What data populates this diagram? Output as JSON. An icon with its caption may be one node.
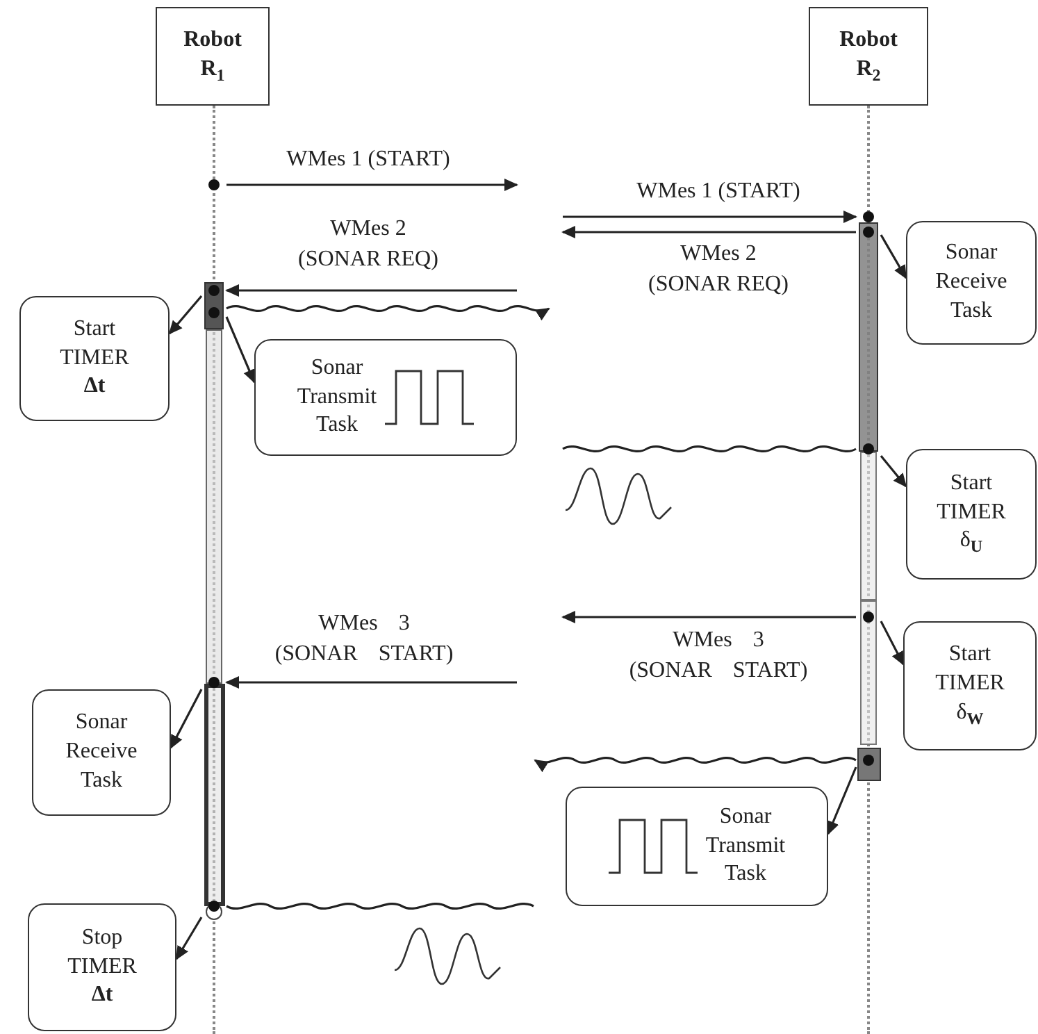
{
  "diagram": {
    "nodes": [
      {
        "text": [
          "Robot R$_{1}$"
        ]
      },
      {
        "text": [
          "Robot R$_{2}$"
        ]
      },
      {
        "text": [],
        "shape": "line"
      },
      {
        "text": [],
        "shape": "line"
      },
      {
        "text": [
          "Start TIMER **Δt**"
        ]
      },
      {
        "text": [
          "Sonar Transmit Task"
        ]
      },
      {
        "text": [
          "Sonar Receive Task"
        ]
      },
      {
        "text": [
          "Start TIMER δ$_{U}$"
        ]
      },
      {
        "text": [
          "Start TIMER δ$_{W}$"
        ]
      },
      {
        "text": [
          "Sonar Transmit Task"
        ]
      },
      {
        "text": [
          "Sonar Receive Task"
        ]
      },
      {
        "text": [
          "Stop TIMER **Δt**"
        ]
      }
    ],
    "edges": [
      {
        "from": 2,
        "to": null,
        "arrow": "to",
        "label": "WMes 1 (START)"
      },
      {
        "from": null,
        "to": 3,
        "arrow": "to",
        "label": "WMes 1 (START)"
      },
      {
        "from": 3,
        "to": null,
        "arrow": "to",
        "label": "WMes 2 (SONAR REQ)"
      },
      {
        "from": null,
        "to": 2,
        "arrow": "to",
        "label": "WMes 2 (SONAR REQ)"
      },
      {
        "from": 2,
        "to": null,
        "arrow": "to"
      },
      {
        "from": 2,
        "to": 4,
        "arrow": "to"
      },
      {
        "from": 2,
        "to": 5,
        "arrow": "to"
      },
      {
        "from": 3,
        "to": 6,
        "arrow": "to"
      },
      {
        "from": null,
        "to": 3,
        "arrow": "none"
      },
      {
        "from": 3,
        "to": 7,
        "arrow": "to"
      },
      {
        "from": 3,
        "to": null,
        "arrow": "to",
        "label": "WMes 3 (SONAR START)"
      },
      {
        "from": 3,
        "to": 8,
        "arrow": "to"
      },
      {
        "from": 3,
        "to": null,
        "arrow": "to"
      },
      {
        "from": 3,
        "to": 9,
        "arrow": "to"
      },
      {
        "from": null,
        "to": 2,
        "arrow": "to",
        "label": "WMes 3 (SONAR START)"
      },
      {
        "from": 2,
        "to": 10,
        "arrow": "to"
      },
      {
        "from": null,
        "to": 2,
        "arrow": "none"
      },
      {
        "from": 2,
        "to": 11,
        "arrow": "to"
      }
    ]
  }
}
